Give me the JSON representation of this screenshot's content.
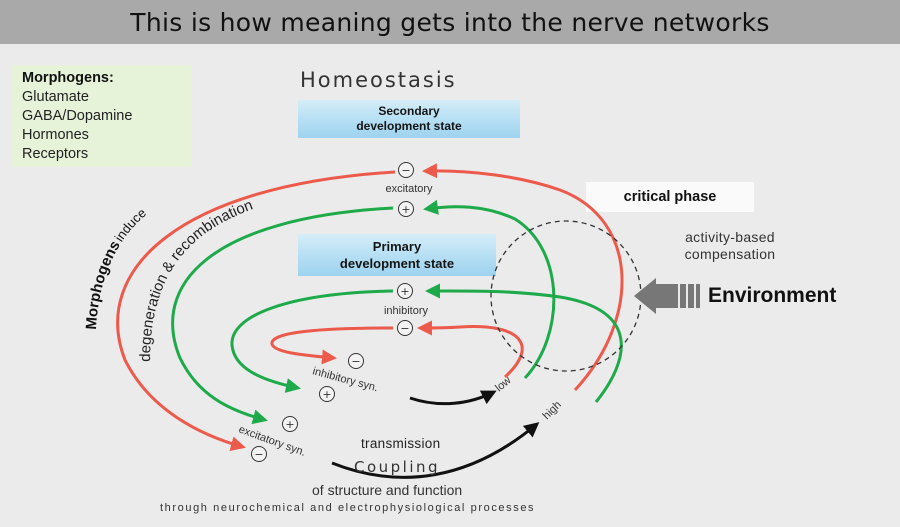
{
  "title": "This is how meaning gets into the nerve networks",
  "morphogens": {
    "heading": "Morphogens:",
    "items": [
      "Glutamate",
      "GABA/Dopamine",
      "Hormones",
      "Receptors"
    ]
  },
  "homeostasis": "Homeostasis",
  "secondary_state": {
    "line1": "Secondary",
    "line2": "development state"
  },
  "primary_state": {
    "line1": "Primary",
    "line2": "development state"
  },
  "critical_phase": "critical phase",
  "compensation": {
    "line1": "activity-based",
    "line2": "compensation"
  },
  "environment": "Environment",
  "curved_labels": {
    "morphogens_bold": "Morphogens",
    "induce": "induce",
    "degeneration": "degeneration & recombination"
  },
  "node_labels": {
    "excitatory": "excitatory",
    "inhibitory": "inhibitory",
    "inhibitory_syn": "inhibitory syn.",
    "excitatory_syn": "excitatory syn.",
    "low": "low",
    "high": "high"
  },
  "signs": {
    "minus": "−",
    "plus": "+"
  },
  "bottom": {
    "transmission": "transmission",
    "coupling": "Coupling",
    "structure": "of structure and function",
    "through": "through neurochemical and electrophysiological processes"
  },
  "colors": {
    "red_arrow": "#ec5a4c",
    "green_arrow": "#1eaa4a",
    "black_arrow": "#111111",
    "title_bar": "#a9a9a9",
    "state_box": "#b4def3",
    "morph_box": "#e6f3d9"
  }
}
